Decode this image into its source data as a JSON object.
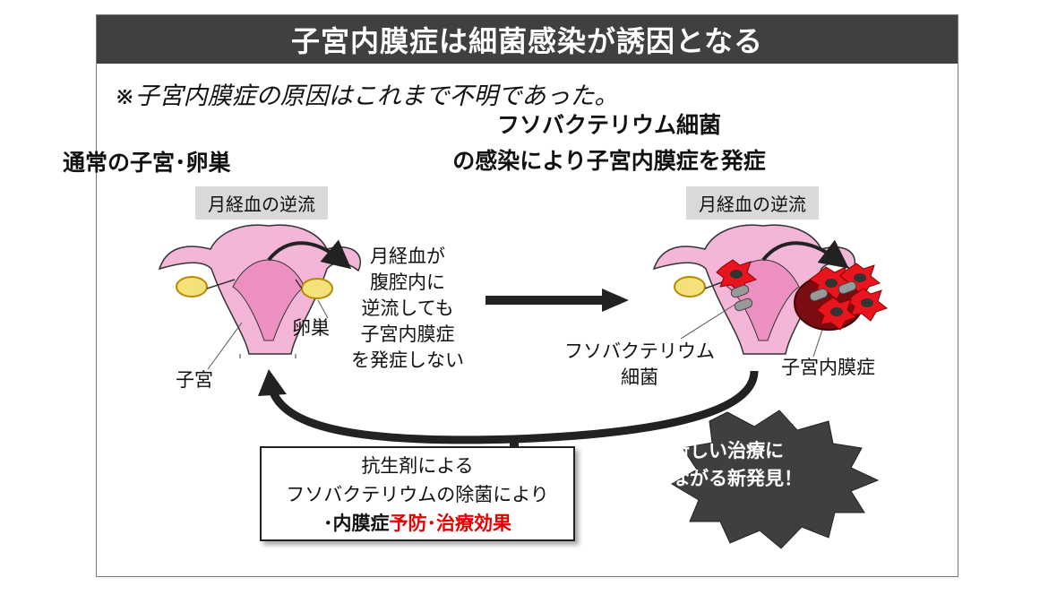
{
  "title": "子宮内膜症は細菌感染が誘因となる",
  "subtitle": "※子宮内膜症の原因はこれまで不明であった。",
  "left": {
    "heading": "通常の子宮･卵巣",
    "tag": "月経血の逆流",
    "note_lines": [
      "月経血が",
      "腹腔内に",
      "逆流しても",
      "子宮内膜症",
      "を発症しない"
    ],
    "ovary_label": "卵巣",
    "uterus_label": "子宮"
  },
  "right": {
    "heading_lines": [
      "フソバクテリウム細菌",
      "の感染により子宮内膜症を発症"
    ],
    "tag": "月経血の逆流",
    "bacteria_label_lines": [
      "フソバクテリウム",
      "細菌"
    ],
    "endometriosis_label": "子宮内膜症"
  },
  "remedy": {
    "line1": "抗生剤による",
    "line2": "フソバクテリウムの除菌により",
    "line3_prefix": "･内膜症",
    "line3_highlight": "予防･治療効果"
  },
  "callout": {
    "line1": "新しい治療に",
    "line2": "つながる新発見！"
  },
  "colors": {
    "title_bg": "#404040",
    "uterus_pink": "#f4b6d8",
    "uterus_outline": "#333333",
    "ovary_yellow": "#f5e17a",
    "bacteria_red": "#e8141e",
    "lesion_darkred": "#7a0c12",
    "highlight_red": "#e60000",
    "callout_bg": "#3f3f3f"
  }
}
